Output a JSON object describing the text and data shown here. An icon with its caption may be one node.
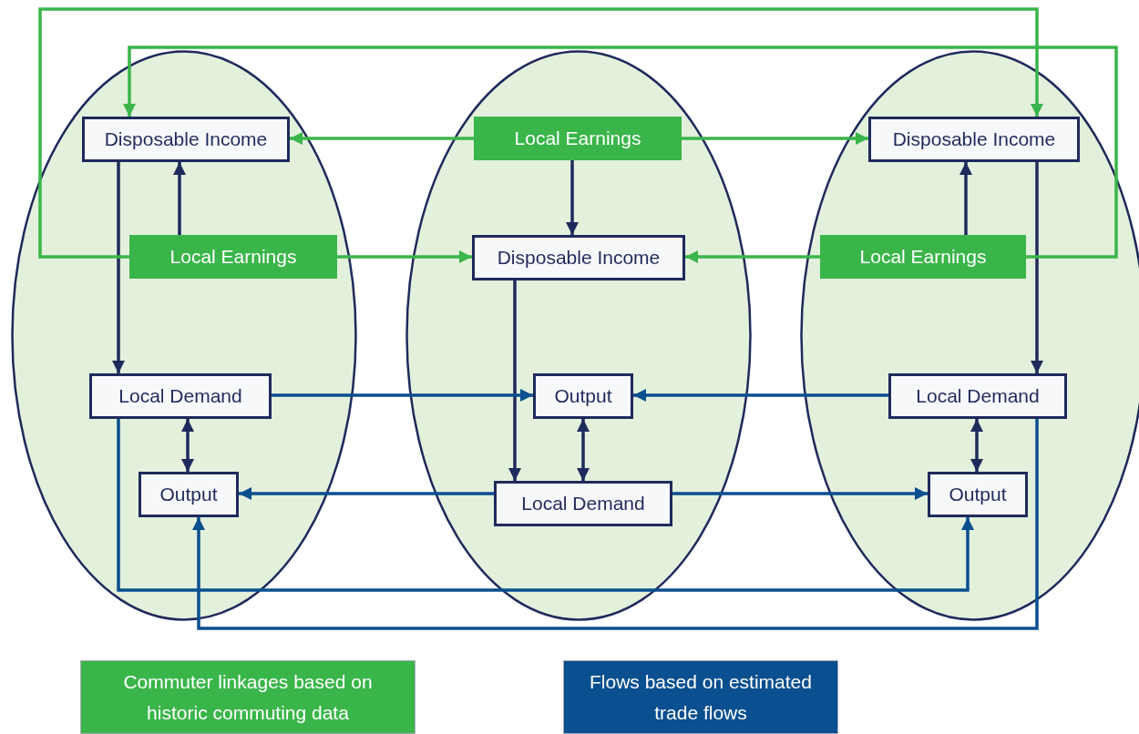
{
  "diagram": {
    "nodes": [
      {
        "text": [],
        "shape": "circle"
      },
      {
        "text": [
          "Disposable Income"
        ],
        "in": 0
      },
      {
        "text": [
          "Local Earnings"
        ],
        "in": 0
      },
      {
        "text": [
          "Local Demand"
        ],
        "in": 0
      },
      {
        "text": [
          "Output"
        ],
        "in": 0
      },
      {
        "text": [],
        "shape": "circle"
      },
      {
        "text": [
          "Local Earnings"
        ],
        "in": 5
      },
      {
        "text": [
          "Disposable Income"
        ],
        "in": 5
      },
      {
        "text": [
          "Output"
        ],
        "in": 5
      },
      {
        "text": [
          "Local Demand"
        ],
        "in": 5
      },
      {
        "text": [],
        "shape": "circle"
      },
      {
        "text": [
          "Disposable Income"
        ],
        "in": 10
      },
      {
        "text": [
          "Local Earnings"
        ],
        "in": 10
      },
      {
        "text": [
          "Local Demand"
        ],
        "in": 10
      },
      {
        "text": [
          "Output"
        ],
        "in": 10
      }
    ],
    "edges": [
      {
        "from": 2,
        "to": 1,
        "arrow": "to"
      },
      {
        "from": 1,
        "to": 3,
        "arrow": "to"
      },
      {
        "from": 3,
        "to": 4,
        "arrow": "both"
      },
      {
        "from": 6,
        "to": 7,
        "arrow": "to"
      },
      {
        "from": 7,
        "to": 9,
        "arrow": "to"
      },
      {
        "from": 9,
        "to": 8,
        "arrow": "both"
      },
      {
        "from": 12,
        "to": 11,
        "arrow": "to"
      },
      {
        "from": 11,
        "to": 13,
        "arrow": "to"
      },
      {
        "from": 13,
        "to": 14,
        "arrow": "both"
      },
      {
        "from": 6,
        "to": 1,
        "arrow": "to",
        "color": "#3ab54a"
      },
      {
        "from": 6,
        "to": 11,
        "arrow": "to",
        "color": "#3ab54a"
      },
      {
        "from": 2,
        "to": 7,
        "arrow": "to",
        "color": "#3ab54a"
      },
      {
        "from": 12,
        "to": 7,
        "arrow": "to",
        "color": "#3ab54a"
      },
      {
        "from": 2,
        "to": 11,
        "arrow": "to",
        "color": "#3ab54a"
      },
      {
        "from": 12,
        "to": 1,
        "arrow": "to",
        "color": "#3ab54a"
      },
      {
        "from": 3,
        "to": 8,
        "arrow": "to",
        "color": "#0a4f8f"
      },
      {
        "from": 13,
        "to": 8,
        "arrow": "to",
        "color": "#0a4f8f"
      },
      {
        "from": 9,
        "to": 4,
        "arrow": "to",
        "color": "#0a4f8f"
      },
      {
        "from": 9,
        "to": 14,
        "arrow": "to",
        "color": "#0a4f8f"
      },
      {
        "from": 3,
        "to": 14,
        "arrow": "to",
        "color": "#0a4f8f"
      },
      {
        "from": 13,
        "to": 4,
        "arrow": "to",
        "color": "#0a4f8f"
      }
    ],
    "legend": [
      {
        "text": "Commuter linkages based on historic commuting data",
        "color": "#3ab54a"
      },
      {
        "text": "Flows based on estimated trade flows",
        "color": "#0a4f8f"
      }
    ]
  }
}
